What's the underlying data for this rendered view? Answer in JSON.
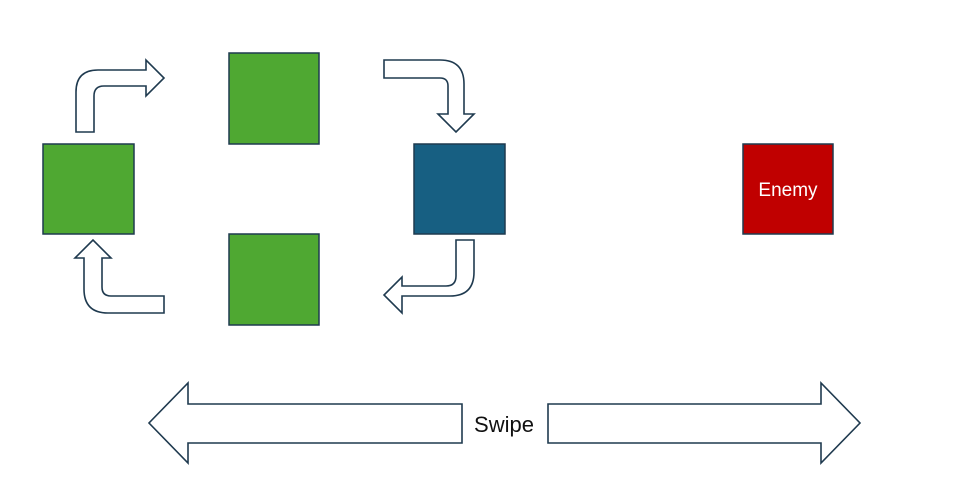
{
  "labels": {
    "enemy": "Enemy",
    "swipe": "Swipe"
  },
  "colors": {
    "ally": "#4fa832",
    "selected": "#175f82",
    "enemy": "#c00000",
    "outline": "#1f3a4f"
  },
  "units": [
    {
      "id": "left",
      "role": "ally"
    },
    {
      "id": "top",
      "role": "ally"
    },
    {
      "id": "bottom",
      "role": "ally"
    },
    {
      "id": "active",
      "role": "selected"
    },
    {
      "id": "enemy",
      "role": "enemy"
    }
  ]
}
